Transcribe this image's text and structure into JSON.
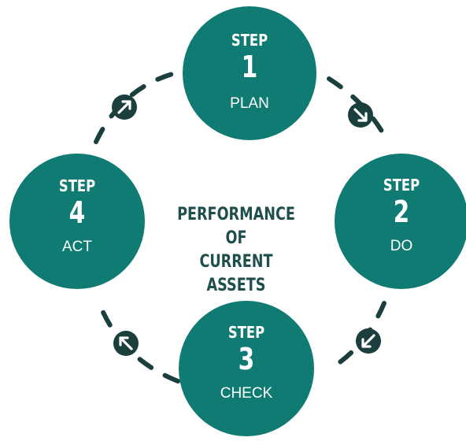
{
  "colors": {
    "circle_fill": "#0f7b73",
    "text_on_circle": "#ffffff",
    "connector": "#1b3f3c",
    "arrow_badge": "#1b3f3c",
    "center_title": "#1f4f4c"
  },
  "center": {
    "line1": "PERFORMANCE OF",
    "line2": "CURRENT ASSETS"
  },
  "steps": [
    {
      "word": "STEP",
      "number": "1",
      "label": "PLAN"
    },
    {
      "word": "STEP",
      "number": "2",
      "label": "DO"
    },
    {
      "word": "STEP",
      "number": "3",
      "label": "CHECK"
    },
    {
      "word": "STEP",
      "number": "4",
      "label": "ACT"
    }
  ],
  "arrows": [
    {
      "icon": "arrow-up-right-icon"
    },
    {
      "icon": "arrow-down-right-icon"
    },
    {
      "icon": "arrow-down-left-icon"
    },
    {
      "icon": "arrow-up-left-icon"
    }
  ]
}
